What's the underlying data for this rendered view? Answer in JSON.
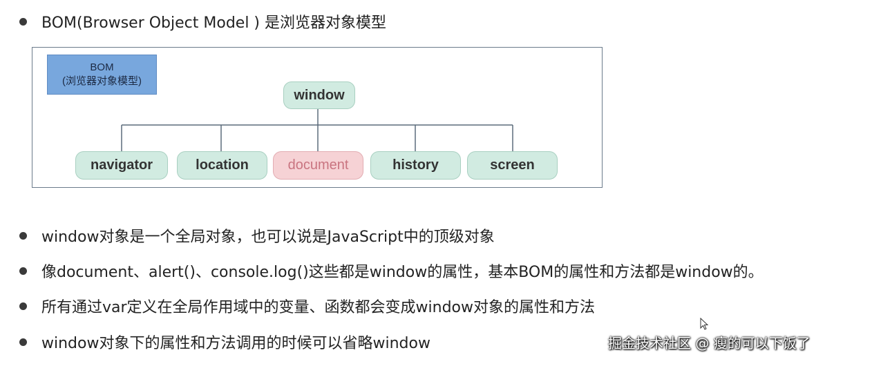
{
  "bullets": {
    "intro": "BOM(Browser Object Model ) 是浏览器对象模型",
    "b1": "window对象是一个全局对象，也可以说是JavaScript中的顶级对象",
    "b2": "像document、alert()、console.log()这些都是window的属性，基本BOM的属性和方法都是window的。",
    "b3": "所有通过var定义在全局作用域中的变量、函数都会变成window对象的属性和方法",
    "b4": "window对象下的属性和方法调用的时候可以省略window"
  },
  "diagram": {
    "label_line1": "BOM",
    "label_line2": "(浏览器对象模型)",
    "root": "window",
    "children": [
      "navigator",
      "location",
      "document",
      "history",
      "screen"
    ]
  },
  "watermark": "掘金技术社区 @ 瘦的可以下饭了",
  "colors": {
    "node_fill": "#d1ebe1",
    "document_fill": "#f6d2d5",
    "document_text": "#c97480",
    "bom_label_fill": "#78a7dd"
  }
}
